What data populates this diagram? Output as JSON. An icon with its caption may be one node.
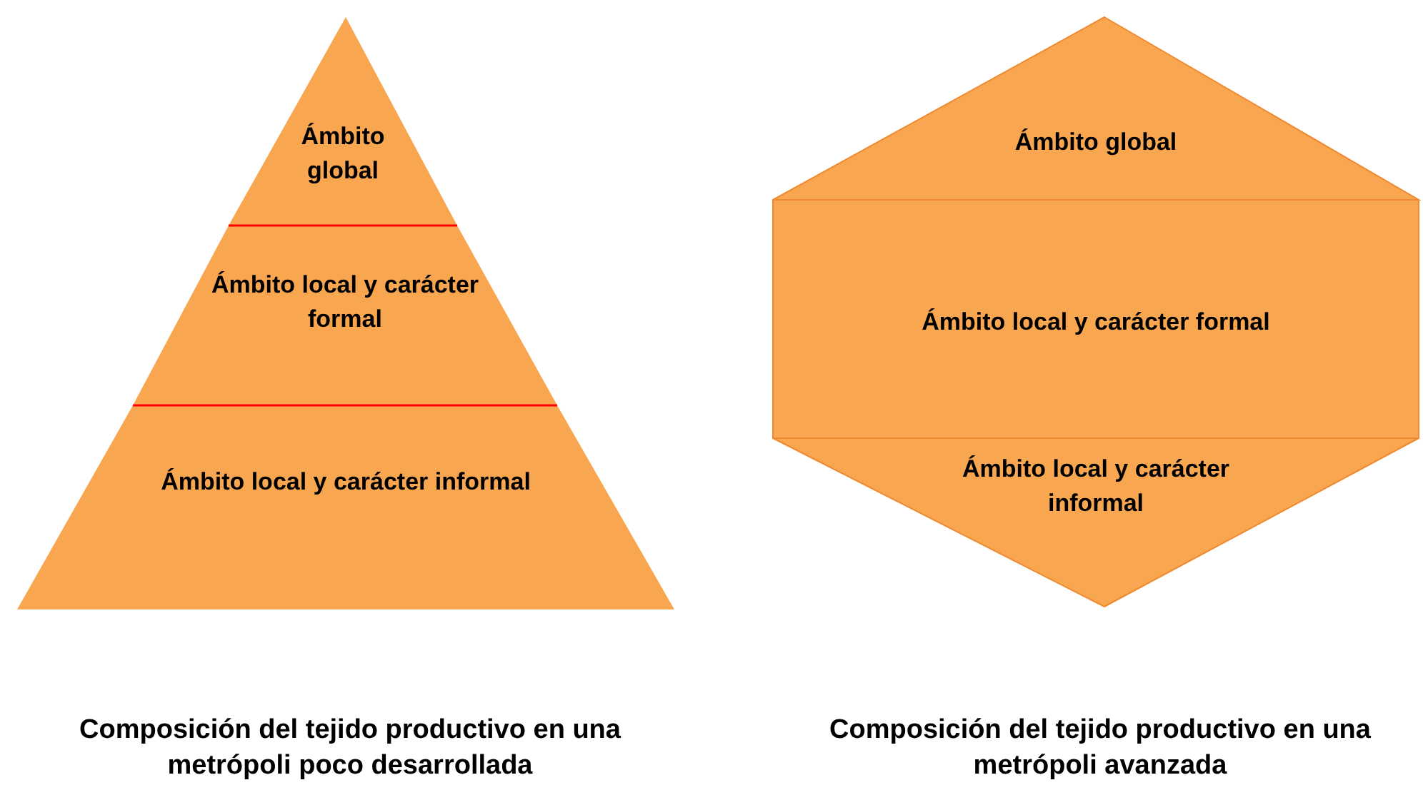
{
  "diagram": {
    "nodes": [
      {
        "text": [
          "Ámbito global"
        ]
      },
      {
        "text": [
          "Ámbito local y carácter formal"
        ]
      },
      {
        "text": [
          "Ámbito local y carácter informal"
        ]
      },
      {
        "text": [
          "Ámbito global"
        ]
      },
      {
        "text": [
          "Ámbito local y carácter formal"
        ]
      },
      {
        "text": [
          "Ámbito local y carácter informal"
        ]
      }
    ],
    "edges": [],
    "labels": [
      "Composición del tejido productivo en una metrópoli poco desarrollada",
      "Composición del tejido productivo en una metrópoli avanzada"
    ]
  }
}
